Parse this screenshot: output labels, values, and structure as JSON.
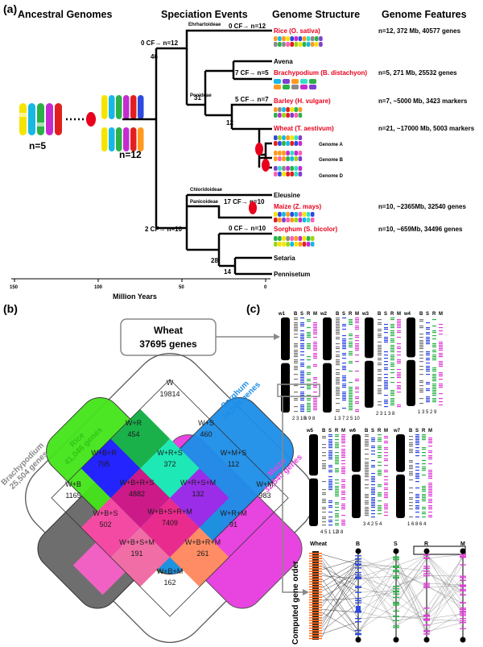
{
  "panel_a": {
    "label": "(a)",
    "headers": [
      "Ancestral Genomes",
      "Speciation Events",
      "Genome Structure",
      "Genome Features"
    ],
    "ancestral_n5": "n=5",
    "ancestral_n12": "n=12",
    "events": {
      "root": "0 CF→ n=12",
      "root_age": "46",
      "rice_event": "0 CF→ n=12",
      "brachy_event": "7 CF→ n=5",
      "barley_event": "5 CF→ n=7",
      "pooideae_age": "31",
      "barley_age": "12",
      "panicoid_root": "2 CF→ n=10",
      "maize_event": "17 CF→ n=10",
      "sorghum_event": "0 CF→ n=10",
      "setaria_age": "28",
      "penni_age": "14"
    },
    "subfamilies": [
      "Ehrhartoideae",
      "Pooideae",
      "Chloridoideae",
      "Panicoideae"
    ],
    "species": {
      "rice": "Rice (O. sativa)",
      "avena": "Avena",
      "brachy": "Brachypodium (B. distachyon)",
      "barley": "Barley (H. vulgare)",
      "wheat": "Wheat (T. aestivum)",
      "genome_a": "Genome A",
      "genome_b": "Genome B",
      "genome_d": "Genome D",
      "eleusine": "Eleusine",
      "maize": "Maize (Z. mays)",
      "sorghum": "Sorghum (S. bicolor)",
      "setaria": "Setaria",
      "pennisetum": "Pennisetum"
    },
    "features": {
      "rice": "n=12, 372 Mb, 40577 genes",
      "brachy": "n=5, 271 Mb, 25532 genes",
      "barley": "n=7, ~5000 Mb, 3423 markers",
      "wheat": "n=21, ~17000 Mb, 5003 markers",
      "maize": "n=10, ~2365Mb, 32540 genes",
      "sorghum": "n=10, ~659Mb, 34496 genes"
    },
    "axis": {
      "ticks": [
        "150",
        "100",
        "50",
        "0"
      ],
      "label": "Million Years"
    }
  },
  "panel_b": {
    "label": "(b)",
    "wheat_box_title": "Wheat",
    "wheat_box_genes": "37695 genes",
    "sets": {
      "rice": "Rice",
      "rice_genes": "41,046 genes",
      "sorghum": "Sorghum",
      "sorghum_genes": "34,008 genes",
      "maize": "Maize",
      "maize_genes": "32,540 genes",
      "brachy": "Brachypodium",
      "brachy_genes": "25,504 genes"
    },
    "regions": [
      {
        "name": "W",
        "value": "19814"
      },
      {
        "name": "W+R",
        "value": "454"
      },
      {
        "name": "W+S",
        "value": "460"
      },
      {
        "name": "W+B+R",
        "value": "705"
      },
      {
        "name": "W+R+S",
        "value": "372"
      },
      {
        "name": "W+M+S",
        "value": "112"
      },
      {
        "name": "W+B",
        "value": "1165"
      },
      {
        "name": "W+B+R+S",
        "value": "4882"
      },
      {
        "name": "W+R+S+M",
        "value": "132"
      },
      {
        "name": "W+M",
        "value": "983"
      },
      {
        "name": "W+B+S",
        "value": "502"
      },
      {
        "name": "W+B+S+R+M",
        "value": "7409"
      },
      {
        "name": "W+R+M",
        "value": "91"
      },
      {
        "name": "W+B+S+M",
        "value": "191"
      },
      {
        "name": "W+B+R+M",
        "value": "261"
      },
      {
        "name": "W+B+M",
        "value": "162"
      }
    ]
  },
  "panel_c": {
    "label": "(c)",
    "col_heads": [
      "B",
      "S",
      "R",
      "M"
    ],
    "chromosomes": [
      {
        "name": "w1",
        "nums": [
          "2",
          "3",
          "10",
          "6",
          "9",
          "8"
        ]
      },
      {
        "name": "w2",
        "nums": [
          "1",
          "3",
          "7",
          "2",
          "5",
          "10"
        ]
      },
      {
        "name": "w3",
        "nums": [
          "2",
          "3",
          "1",
          "3",
          "8"
        ]
      },
      {
        "name": "w4",
        "nums": [
          "1",
          "3",
          "5",
          "2",
          "9"
        ]
      },
      {
        "name": "w5",
        "nums": [
          "4",
          "5",
          "1",
          "12",
          "3",
          "8"
        ]
      },
      {
        "name": "w6",
        "nums": [
          "3",
          "4",
          "2",
          "5",
          "4"
        ]
      },
      {
        "name": "w7",
        "nums": [
          "1",
          "6",
          "8",
          "6",
          "4"
        ]
      }
    ],
    "order_heads": [
      "Wheat",
      "B",
      "S",
      "R",
      "M"
    ],
    "computed_label": "Computed gene order"
  }
}
